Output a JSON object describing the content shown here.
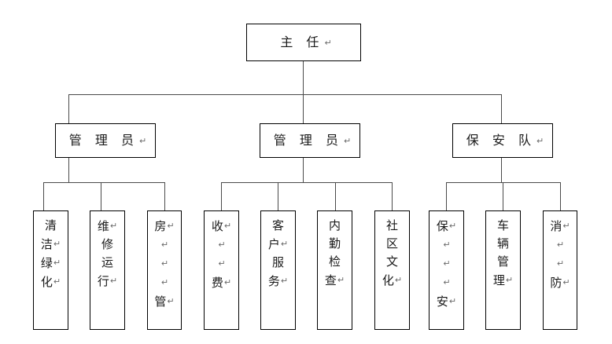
{
  "chart_title": "",
  "diagram": {
    "type": "organization-chart",
    "orientation": "top-down",
    "levels": 3,
    "line_color": "#4a4a4a",
    "box_border_color": "#000000",
    "background_color": "#ffffff",
    "text_color": "#1a1a1a",
    "pilcrow_glyph": "↵"
  },
  "root": {
    "label": "主  任",
    "label_with_mark": "主  任↵",
    "has_paragraph_mark": true
  },
  "branches": [
    {
      "label": "管 理 员",
      "label_with_mark": "管 理 员↵",
      "has_paragraph_mark": true,
      "children": [
        {
          "label": "清洁绿化",
          "lines": [
            "清",
            "洁↵",
            "绿↵",
            "化↵"
          ]
        },
        {
          "label": "维修运行",
          "lines": [
            "维↵",
            "修",
            "运",
            "行↵"
          ]
        },
        {
          "label": "房管",
          "lines": [
            "房↵",
            "↵",
            "↵",
            "↵",
            "管↵"
          ]
        }
      ]
    },
    {
      "label": "管 理 员",
      "label_with_mark": "管 理 员↵",
      "has_paragraph_mark": true,
      "children": [
        {
          "label": "收费",
          "lines": [
            "收↵",
            "↵",
            "↵",
            "费↵"
          ]
        },
        {
          "label": "客户服务",
          "lines": [
            "客",
            "户↵",
            "服",
            "务↵"
          ]
        },
        {
          "label": "内勤检查",
          "lines": [
            "内",
            "勤",
            "检",
            "查↵"
          ]
        },
        {
          "label": "社区文化",
          "lines": [
            "社",
            "区",
            "文",
            "化↵"
          ]
        }
      ]
    },
    {
      "label": "保 安 队",
      "label_with_mark": "保 安 队↵",
      "has_paragraph_mark": true,
      "children": [
        {
          "label": "保安",
          "lines": [
            "保↵",
            "↵",
            "↵",
            "↵",
            "安↵"
          ]
        },
        {
          "label": "车辆管理",
          "lines": [
            "车",
            "辆",
            "管",
            "理↵"
          ]
        },
        {
          "label": "消防",
          "lines": [
            "消↵",
            "↵",
            "↵",
            "防↵"
          ]
        }
      ]
    }
  ],
  "leaf_order": [
    "清洁绿化",
    "维修运行",
    "房管",
    "收费",
    "客户服务",
    "内勤检查",
    "社区文化",
    "保安",
    "车辆管理",
    "消防"
  ]
}
